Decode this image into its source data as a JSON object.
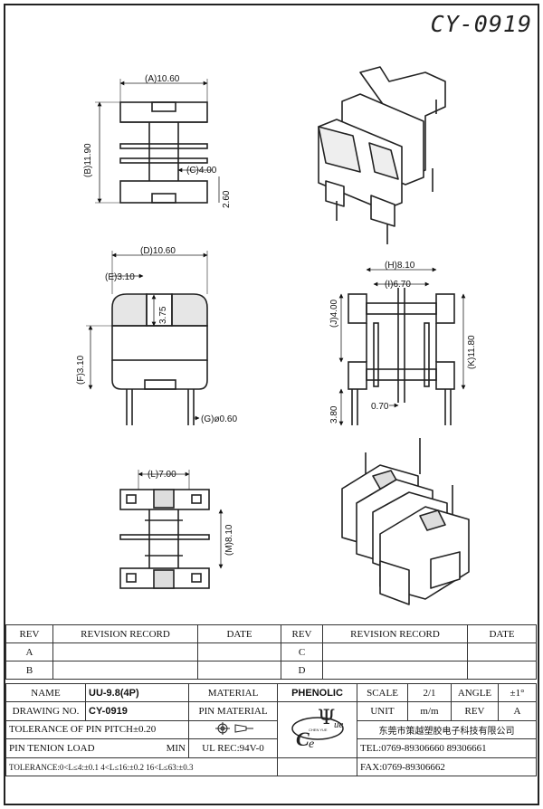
{
  "header": {
    "drawing_number": "CY-0919"
  },
  "dimensions": {
    "A": "(A)10.60",
    "B": "(B)11.90",
    "C": "(C)4.00",
    "c260": "2.60",
    "D": "(D)10.60",
    "E": "(E)3.10",
    "c375": "3.75",
    "F": "(F)3.10",
    "G": "(G)ø0.60",
    "H": "(H)8.10",
    "I": "(I)6.70",
    "J": "(J)4.00",
    "K": "(K)11.80",
    "c070": "0.70",
    "c380": "3.80",
    "L": "(L)7.00",
    "M": "(M)8.10"
  },
  "revision_table": {
    "headers": [
      "REV",
      "REVISION RECORD",
      "DATE",
      "REV",
      "REVISION RECORD",
      "DATE"
    ],
    "rows": [
      [
        "A",
        "",
        "",
        "C",
        "",
        ""
      ],
      [
        "B",
        "",
        "",
        "D",
        "",
        ""
      ]
    ]
  },
  "title_block": {
    "name_label": "NAME",
    "name_value": "UU-9.8(4P)",
    "material_label": "MATERIAL",
    "material_value": "PHENOLIC",
    "scale_label": "SCALE",
    "scale_value": "2/1",
    "angle_label": "ANGLE",
    "angle_value": "±1°",
    "drawing_no_label": "DRAWING NO.",
    "drawing_no_value": "CY-0919",
    "pin_material_label": "PIN MATERIAL",
    "unit_label": "UNIT",
    "unit_value": "m/m",
    "rev_label": "REV",
    "rev_value": "A",
    "tolerance_pitch": "TOLERANCE OF PIN PITCH±0.20",
    "company_name": "东莞市策越塑胶电子科技有限公司",
    "pin_tension_label": "PIN TENION LOAD",
    "pin_tension_min": "MIN",
    "ul_rec": "UL REC:94V-0",
    "tel": "TEL:0769-89306660 89306661",
    "tolerance_general": "TOLERANCE:0<L≤4:±0.1  4<L≤16:±0.2  16<L≤63:±0.3",
    "fax": "FAX:0769-89306662",
    "logo_letters": [
      "C",
      "e",
      "Ψ",
      "ue"
    ],
    "logo_ring_text": "CHEN YUE"
  },
  "colors": {
    "line": "#222222",
    "shade": "#d9d9d9",
    "dark": "#444444"
  }
}
